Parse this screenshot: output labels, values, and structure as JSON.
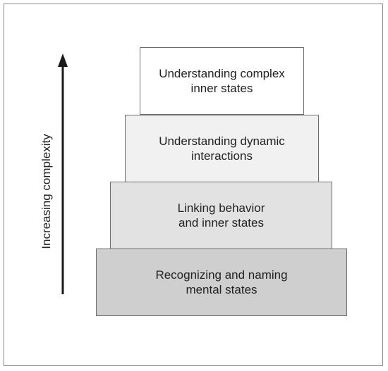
{
  "diagram": {
    "axis_label": "Increasing complexity",
    "tiers": [
      {
        "line1": "Understanding complex",
        "line2": "inner states"
      },
      {
        "line1": "Understanding dynamic",
        "line2": "interactions"
      },
      {
        "line1": "Linking behavior",
        "line2": "and inner states"
      },
      {
        "line1": "Recognizing and naming",
        "line2": "mental states"
      }
    ]
  },
  "colors": {
    "frame": "#8a8a8a",
    "arrow": "#1a1a1a",
    "tier_top": "#ffffff",
    "tier_second": "#f1f1f1",
    "tier_third": "#e2e2e2",
    "tier_bottom": "#cfcfcf"
  }
}
